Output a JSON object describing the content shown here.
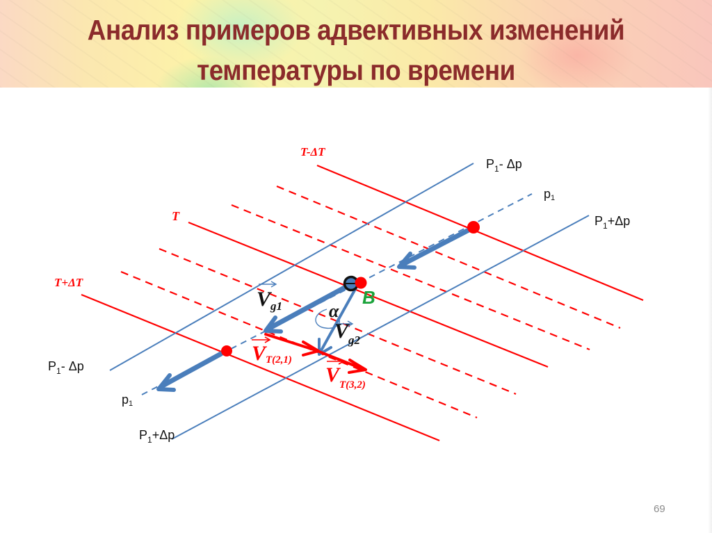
{
  "slide": {
    "title_line1": "Анализ примеров адвективных изменений",
    "title_line2": "температуры по времени",
    "page_number": "69"
  },
  "colors": {
    "title": "#8b2b2b",
    "isotherm": "#ff0000",
    "isobar": "#4a7ebb",
    "point_b": "#1aa33a",
    "page_number": "#8c8c8c"
  },
  "diagram": {
    "isotherm_labels": {
      "t_minus": "T-ΔT",
      "t": "T",
      "t_plus": "T+ΔT"
    },
    "isobar_labels": {
      "upper_minus": "P",
      "upper_minus_sub": "1",
      "upper_minus_rest": "- Δp",
      "upper_p1": "p",
      "upper_p1_sub": "1",
      "upper_plus": "P",
      "upper_plus_sub": "1",
      "upper_plus_rest": "+Δp",
      "lower_minus": "P",
      "lower_minus_sub": "1",
      "lower_minus_rest": "- Δp",
      "lower_p1": "p",
      "lower_p1_sub": "1",
      "lower_plus": "P",
      "lower_plus_sub": "1",
      "lower_plus_rest": "+Δp"
    },
    "vector_labels": {
      "vg1": "V",
      "vg1_sub": "g1",
      "vg2": "V",
      "vg2_sub": "g2",
      "vt21": "V",
      "vt21_sub": "T(2,1)",
      "vt32": "V",
      "vt32_sub": "T(3,2)",
      "angle": "α",
      "point": "B"
    }
  }
}
